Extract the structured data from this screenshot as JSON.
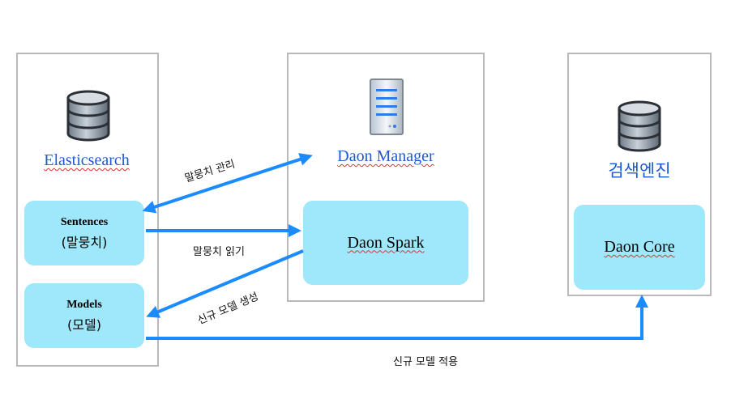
{
  "panels": {
    "elasticsearch": {
      "title": "Elasticsearch",
      "sentences": {
        "label": "Sentences",
        "sublabel": "(말뭉치)"
      },
      "models": {
        "label": "Models",
        "sublabel": "(모델)"
      }
    },
    "manager": {
      "title": "Daon Manager",
      "spark": {
        "label": "Daon Spark"
      }
    },
    "search_engine": {
      "title": "검색엔진",
      "core": {
        "label": "Daon Core"
      }
    }
  },
  "edges": {
    "corpus_manage": "말뭉치 관리",
    "corpus_read": "말뭉치 읽기",
    "new_model_create": "신규 모델 생성",
    "new_model_apply": "신규 모델 적용"
  },
  "icons": {
    "elasticsearch": "database-icon",
    "manager": "server-icon",
    "search_engine": "database-icon"
  },
  "colors": {
    "arrow": "#1a8cff",
    "component_fill": "#9fe7fa",
    "title_text": "#1c5ad7",
    "panel_border": "#b9b9b9"
  }
}
